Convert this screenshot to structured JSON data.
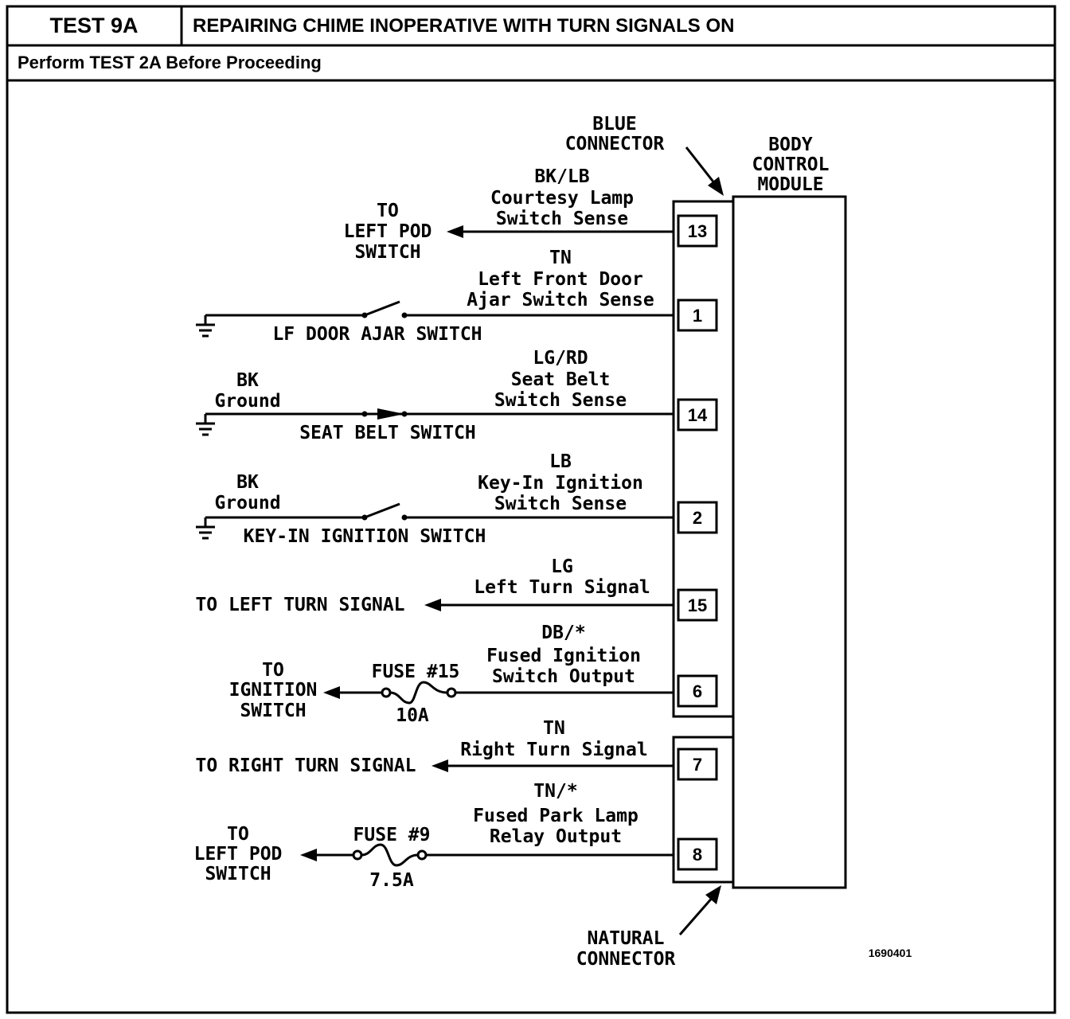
{
  "header": {
    "test_id": "TEST 9A",
    "title": "REPAIRING CHIME INOPERATIVE WITH TURN SIGNALS ON",
    "prerequisite": "Perform TEST 2A Before Proceeding"
  },
  "module": {
    "name_line1": "BODY",
    "name_line2": "CONTROL",
    "name_line3": "MODULE"
  },
  "connectors": {
    "blue_line1": "BLUE",
    "blue_line2": "CONNECTOR",
    "natural_line1": "NATURAL",
    "natural_line2": "CONNECTOR"
  },
  "circuits": {
    "c13": {
      "pin": "13",
      "wire": "BK/LB",
      "desc1": "Courtesy Lamp",
      "desc2": "Switch Sense",
      "dest1": "TO",
      "dest2": "LEFT POD",
      "dest3": "SWITCH"
    },
    "c1": {
      "pin": "1",
      "wire": "TN",
      "desc1": "Left Front Door",
      "desc2": "Ajar Switch Sense",
      "switch": "LF DOOR AJAR SWITCH"
    },
    "c14": {
      "pin": "14",
      "wire": "LG/RD",
      "desc1": "Seat Belt",
      "desc2": "Switch Sense",
      "gnd_wire": "BK",
      "gnd_label": "Ground",
      "switch": "SEAT BELT SWITCH"
    },
    "c2": {
      "pin": "2",
      "wire": "LB",
      "desc1": "Key-In Ignition",
      "desc2": "Switch Sense",
      "gnd_wire": "BK",
      "gnd_label": "Ground",
      "switch": "KEY-IN IGNITION SWITCH"
    },
    "c15": {
      "pin": "15",
      "wire": "LG",
      "desc1": "Left Turn Signal",
      "dest": "TO LEFT TURN SIGNAL"
    },
    "c6": {
      "pin": "6",
      "wire": "DB/*",
      "desc1": "Fused Ignition",
      "desc2": "Switch Output",
      "fuse": "FUSE #15",
      "rating": "10A",
      "dest1": "TO",
      "dest2": "IGNITION",
      "dest3": "SWITCH"
    },
    "c7": {
      "pin": "7",
      "wire": "TN",
      "desc1": "Right Turn Signal",
      "dest": "TO RIGHT TURN SIGNAL"
    },
    "c8": {
      "pin": "8",
      "wire": "TN/*",
      "desc1": "Fused Park Lamp",
      "desc2": "Relay Output",
      "fuse": "FUSE #9",
      "rating": "7.5A",
      "dest1": "TO",
      "dest2": "LEFT POD",
      "dest3": "SWITCH"
    }
  },
  "figure_code": "1690401"
}
